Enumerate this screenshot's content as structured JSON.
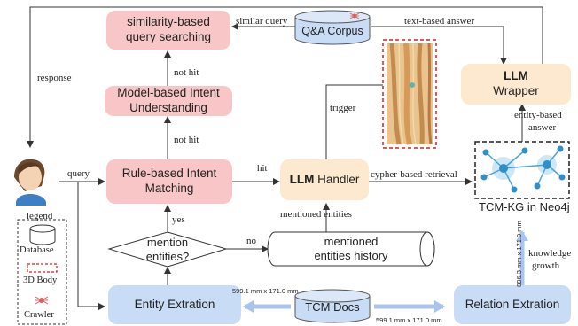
{
  "nodes": {
    "similarity": {
      "line1": "similarity-based",
      "line2": "query searching"
    },
    "model_intent": {
      "line1": "Model-based Intent",
      "line2": "Understanding"
    },
    "rule_intent": {
      "line1": "Rule-based Intent",
      "line2": "Matching"
    },
    "mention_q": {
      "line1": "mention",
      "line2": "entities?"
    },
    "entity_extraction": {
      "label": "Entity Extration"
    },
    "relation_extraction": {
      "label": "Relation Extration"
    },
    "tcm_docs": {
      "label": "TCM Docs"
    },
    "qa_corpus": {
      "label": "Q&A Corpus"
    },
    "mentioned_history": {
      "line1": "mentioned",
      "line2": "entities history"
    },
    "llm_handler": {
      "bold": "LLM",
      "rest": " Handler"
    },
    "llm_wrapper": {
      "bold": "LLM",
      "rest": "Wrapper"
    },
    "kg": {
      "label": "TCM-KG in Neo4j"
    }
  },
  "edges": {
    "response": "response",
    "query": "query",
    "similar_query": "similar query",
    "text_answer": "text-based answer",
    "not_hit_1": "not hit",
    "not_hit_2": "not hit",
    "hit": "hit",
    "trigger": "trigger",
    "cypher": "cypher-based retrieval",
    "entity_answer_1": "entity-based",
    "entity_answer_2": "answer",
    "mentioned_entities": "mentioned entities",
    "yes": "yes",
    "no": "no",
    "knowledge_1": "knowledge",
    "knowledge_2": "growth"
  },
  "dims": {
    "d1": "599.1 mm x 171.0 mm",
    "d2": "599.1 mm x 171.0 mm",
    "d3": "896.3 mm x 171.0 mm"
  },
  "legend": {
    "title": "legend",
    "database": "Database",
    "body": "3D Body",
    "crawler": "Crawler"
  },
  "colors": {
    "pink": "#f8c6c6",
    "peach": "#fde9cf",
    "blue": "#c9dcf6",
    "arrow": "#333333",
    "light_arrow": "#a9c4ee",
    "red_dash": "#d62020"
  }
}
